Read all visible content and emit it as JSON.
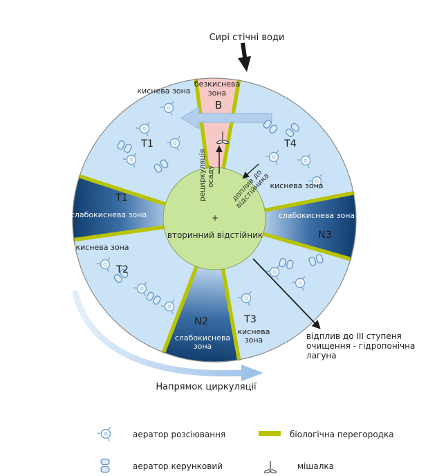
{
  "colors": {
    "light_sector": "#cbe3f7",
    "dark_sector": "#123f6f",
    "anoxic_pink": "#f7c9c6",
    "partition_yellow": "#b8c400",
    "clarifier_green": "#c9e59b",
    "flow_arrow_blue": "#b3cfed"
  },
  "header": {
    "raw_sewage": "Сирі стічні води"
  },
  "sectors": {
    "anoxic": {
      "zone_line1": "безкиснева",
      "zone_line2": "зона",
      "name": "В"
    },
    "t1_upper": {
      "zone": "киснева зона",
      "name": "T1"
    },
    "t4": {
      "name": "T4",
      "zone": "киснева зона"
    },
    "n3": {
      "zone": "слабокиснева зона",
      "name": "N3"
    },
    "t3": {
      "name": "T3",
      "zone_line1": "киснева",
      "zone_line2": "зона"
    },
    "n2": {
      "name": "N2",
      "zone_line1": "слабокиснева",
      "zone_line2": "зона"
    },
    "t2": {
      "zone": "киснева зона",
      "name": "T2"
    },
    "t1_west": {
      "name": "T1",
      "zone": "слабокиснева зона"
    }
  },
  "center": {
    "clarifier": "вторинний відстійник",
    "plus_mark": "+",
    "recirculation_line1": "рециркуляція",
    "recirculation_line2": "осаду",
    "inflow_line1": "доплив до",
    "inflow_line2": "відстійника"
  },
  "outflow": {
    "line1": "відплив до III ступеня",
    "line2": "очищення - гідропонічна",
    "line3": "лагуна"
  },
  "circulation_label": "Напрямок циркуляції",
  "legend": {
    "diffuser_aerator": "аератор розсіювання",
    "directional_aerator": "аератор керунковий",
    "biological_partition": "біологічна перегородка",
    "mixer": "мішалка"
  }
}
